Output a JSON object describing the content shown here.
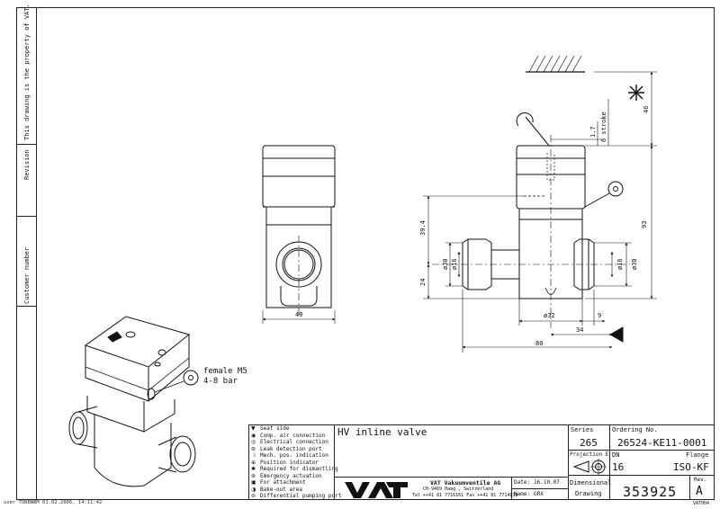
{
  "side_strip": {
    "property_note": "This drawing is the property of VAT.",
    "revision_label": "Revision",
    "customer_label": "Customer number"
  },
  "footer_user": "user TOBBNBM 01.02.2006, 14:11:42",
  "drawing": {
    "callout_m5_line1": "female M5",
    "callout_m5_line2": "4-8 bar",
    "dims": {
      "front_width": "40",
      "height_394": "39.4",
      "height_24": "24",
      "d30_left": "ø30",
      "d16_left": "ø16",
      "d32": "ø32",
      "d16_right": "ø16",
      "d30_right": "ø30",
      "dim_9": "9",
      "dim_34": "34",
      "dim_80": "80",
      "dim_93": "93",
      "dim_46": "46",
      "dim_17": "1.7",
      "stroke": "6 stroke"
    }
  },
  "legend": [
    {
      "symbol": "▼",
      "text": "Seat side"
    },
    {
      "symbol": "◉",
      "text": "Comp. air connection"
    },
    {
      "symbol": "◎",
      "text": "Electrical connection"
    },
    {
      "symbol": "⊚",
      "text": "Leak detection port"
    },
    {
      "symbol": "☽",
      "text": "Mech. pos. indication"
    },
    {
      "symbol": "⊕",
      "text": "Position indicator"
    },
    {
      "symbol": "✱",
      "text": "Required for dismantling"
    },
    {
      "symbol": "⊛",
      "text": "Emergency actuation"
    },
    {
      "symbol": "▣",
      "text": "For attachment"
    },
    {
      "symbol": "◑",
      "text": "Bake-out area"
    },
    {
      "symbol": "⊜",
      "text": "Differential pumping port"
    }
  ],
  "title_block": {
    "title": "HV inline valve",
    "series_label": "Series",
    "series_value": "265",
    "ordering_label": "Ordering No.",
    "ordering_value": "26524-KE11-0001",
    "projection_label": "Projection E",
    "dn_label": "DN",
    "dn_value": "16",
    "flange_label": "Flange",
    "flange_value": "ISO-KF",
    "company": "VAT Vakuumventile AG",
    "address": "CH-9469 Haag , Switzerland",
    "phone": "Tel ++41 81 7716161 Fax ++41 81 7714830",
    "date_label": "Date:",
    "date_value": "16.10.07",
    "name_label": "Name:",
    "name_value": "GRX",
    "dimensional_line1": "Dimensional",
    "dimensional_line2": "Drawing",
    "drawing_number": "353925",
    "rev_label": "Rev.",
    "rev_value": "A",
    "logo": "VAT",
    "corner_code": "VAT004"
  }
}
